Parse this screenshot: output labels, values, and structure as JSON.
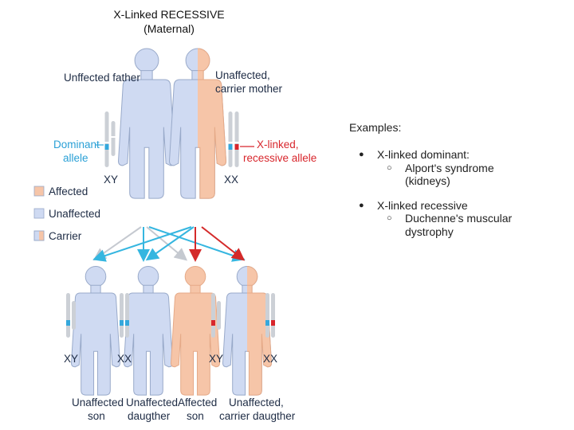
{
  "title": {
    "line1": "X-Linked RECESSIVE",
    "line2": "(Maternal)"
  },
  "colors": {
    "unaffected": "#cfdaf2",
    "affected": "#f6c5a8",
    "outline": "#98a9c9",
    "allele_blue": "#35a8dc",
    "allele_red": "#d8262c",
    "arrow_gray": "#c5c9d0",
    "arrow_blue": "#35b6e0",
    "arrow_red": "#d42a2a",
    "dominant_text": "#2aa0d6",
    "recessive_text": "#d8262c",
    "label_text": "#1d2b44"
  },
  "parents": {
    "father": {
      "label1": "Unffected father",
      "chromosomes": "XY"
    },
    "mother": {
      "label1": "Unaffected,",
      "label2": "carrier mother",
      "chromosomes": "XX"
    }
  },
  "alleles": {
    "dominant": {
      "line1": "Dominant",
      "line2": "allele"
    },
    "recessive": {
      "line1": "X-linked,",
      "line2": "recessive allele"
    }
  },
  "legend": [
    {
      "label": "Affected",
      "swatch": "affected"
    },
    {
      "label": "Unaffected",
      "swatch": "unaffected"
    },
    {
      "label": "Carrier",
      "swatch": "carrier"
    }
  ],
  "children": [
    {
      "line1": "Unaffected",
      "line2": "son",
      "chromosomes": "XY",
      "status": "unaffected"
    },
    {
      "line1": "Unaffected",
      "line2": "daugther",
      "chromosomes": "XX",
      "status": "unaffected"
    },
    {
      "line1": "Affected",
      "line2": "son",
      "chromosomes": "XY",
      "status": "affected"
    },
    {
      "line1": "Unaffected,",
      "line2": "carrier daugther",
      "chromosomes": "XX",
      "status": "carrier"
    }
  ],
  "examples": {
    "heading": "Examples:",
    "items": [
      {
        "bullet": "●",
        "label": "X-linked dominant:",
        "sub_marker": "○",
        "sub1": "Alport's syndrome",
        "sub2": "(kidneys)"
      },
      {
        "bullet": "●",
        "label": "X-linked recessive",
        "sub_marker": "○",
        "sub1": "Duchenne's muscular",
        "sub2": "dystrophy"
      }
    ]
  }
}
